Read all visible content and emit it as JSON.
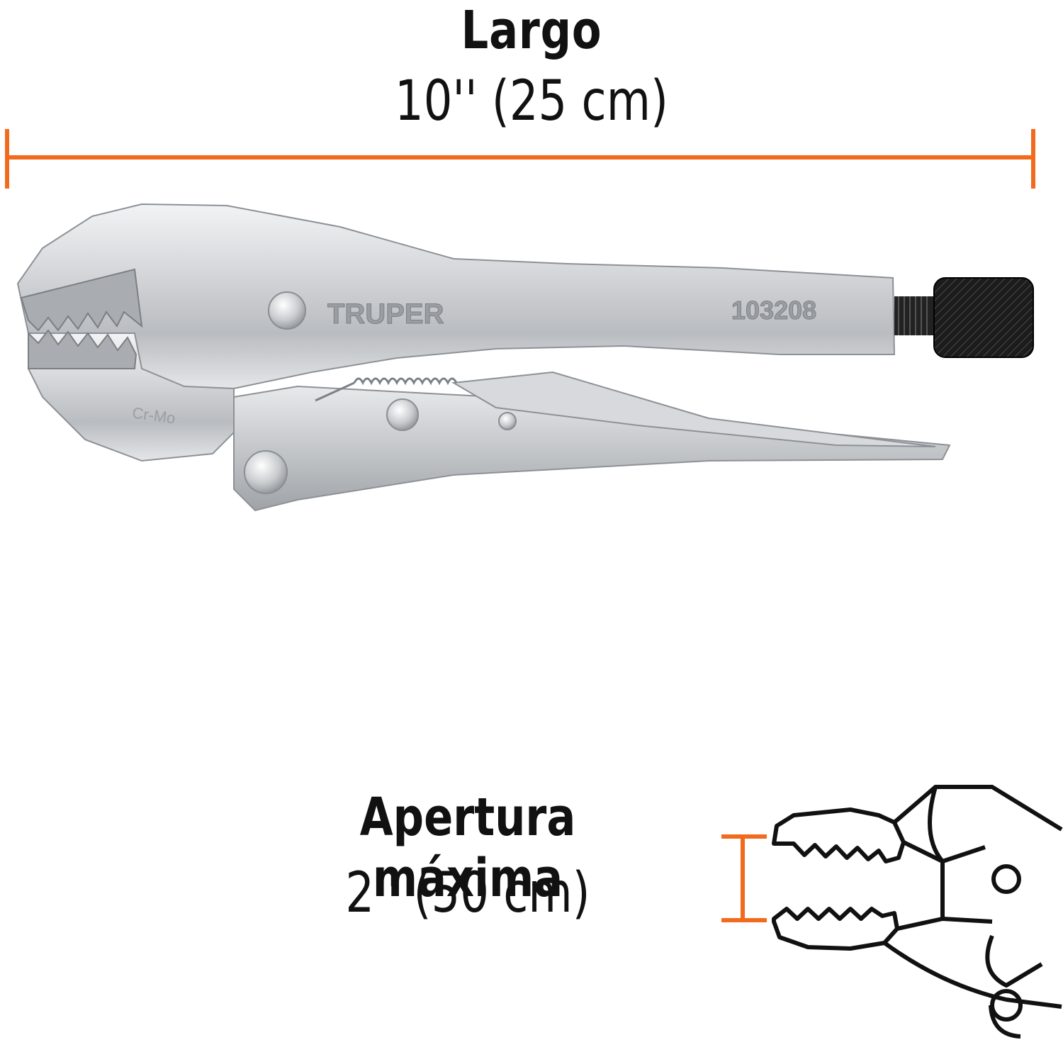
{
  "length": {
    "title": "Largo",
    "value": "10'' (25 cm)"
  },
  "opening": {
    "title": "Apertura máxima",
    "value": "2'' (50 cm)"
  },
  "product": {
    "brand_mark": "TRUPER",
    "model_number": "103208",
    "jaw_stamp": "Cr-Mo"
  },
  "colors": {
    "accent": "#f26b1d",
    "text": "#111111",
    "chrome": "#c9ccd0",
    "knob": "#1c1c1c"
  },
  "icons": [
    "locking-pliers-photo",
    "pliers-jaw-line-icon",
    "dimension-line-icon"
  ]
}
